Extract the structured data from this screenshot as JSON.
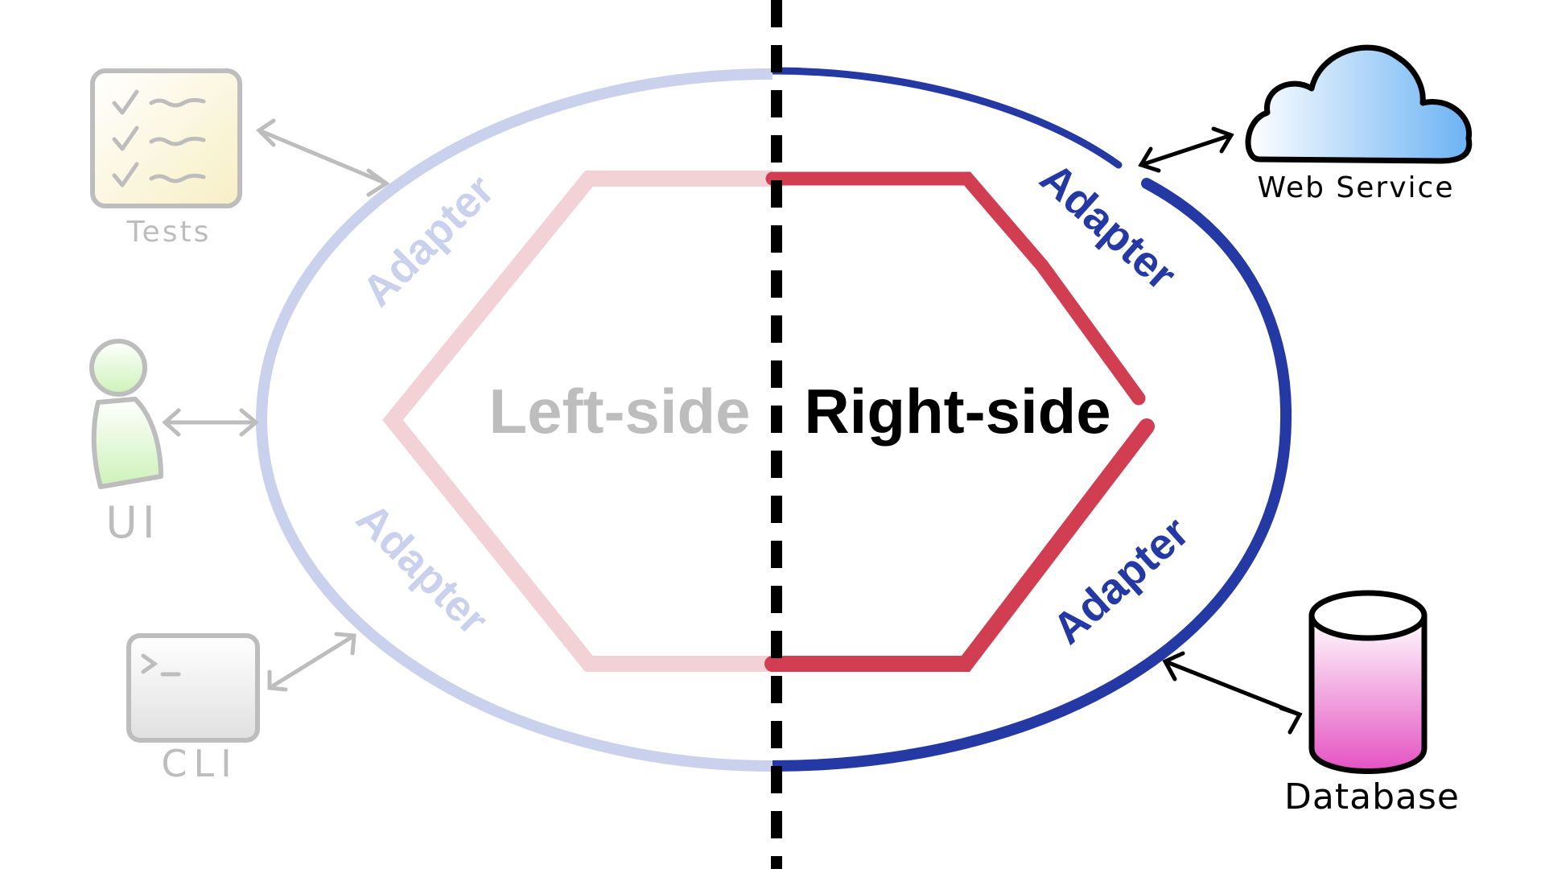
{
  "diagram": {
    "left_label": "Left-side",
    "right_label": "Right-side",
    "adapters": {
      "top_left": "Adapter",
      "bottom_left": "Adapter",
      "top_right": "Adapter",
      "bottom_right": "Adapter"
    },
    "actors": {
      "tests": "Tests",
      "ui": "UI",
      "cli": "CLI",
      "web_service": "Web Service",
      "database": "Database"
    },
    "colors": {
      "left_ring": "#c9d1ec",
      "right_ring": "#2439a3",
      "left_hexagon": "#f3d2d7",
      "right_hexagon": "#d13e52",
      "left_label": "#bdbdbd",
      "right_label": "#000000",
      "faded_gray": "#bdbdbd",
      "divider": "#000000",
      "cloud_fill": "#7ab8f5",
      "database_fill": "#e55cc4",
      "tests_fill": "#fbf6d6",
      "ui_fill": "#d9f5c9",
      "cli_fill": "#ececec"
    }
  }
}
